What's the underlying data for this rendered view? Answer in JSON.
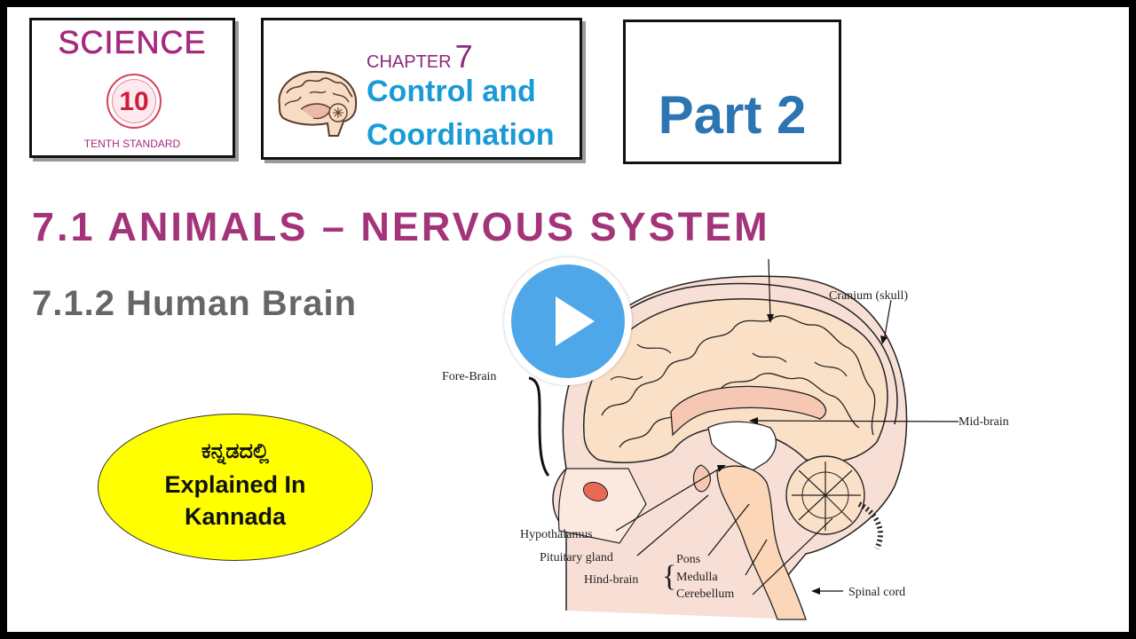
{
  "science_badge": {
    "title": "SCIENCE",
    "number": "10",
    "subtitle": "TENTH STANDARD"
  },
  "chapter_badge": {
    "chapter_label": "CHAPTER",
    "chapter_number": "7",
    "title_line1": "Control and",
    "title_line2": "Coordination"
  },
  "part_badge": {
    "label": "Part 2"
  },
  "heading": "7.1 ANIMALS – NERVOUS SYSTEM",
  "subheading": "7.1.2 Human Brain",
  "language_bubble": {
    "kannada": "ಕನ್ನಡದಲ್ಲಿ",
    "line2": "Explained In",
    "line3": "Kannada"
  },
  "diagram_labels": {
    "cranium": "Cranium (skull)",
    "fore_brain": "Fore-Brain",
    "mid_brain": "Mid-brain",
    "hypothalamus": "Hypothalamus",
    "pituitary": "Pituitary gland",
    "hind_brain": "Hind-brain",
    "pons": "Pons",
    "medulla": "Medulla",
    "cerebellum": "Cerebellum",
    "spinal_cord": "Spinal cord"
  },
  "colors": {
    "purple": "#a3347a",
    "blue": "#1a9ad6",
    "part_blue": "#2d74b2",
    "play_blue": "#4ea7e8",
    "bubble_yellow": "#ffff00"
  },
  "icons": {
    "play": "play-icon",
    "brain": "brain-icon"
  }
}
